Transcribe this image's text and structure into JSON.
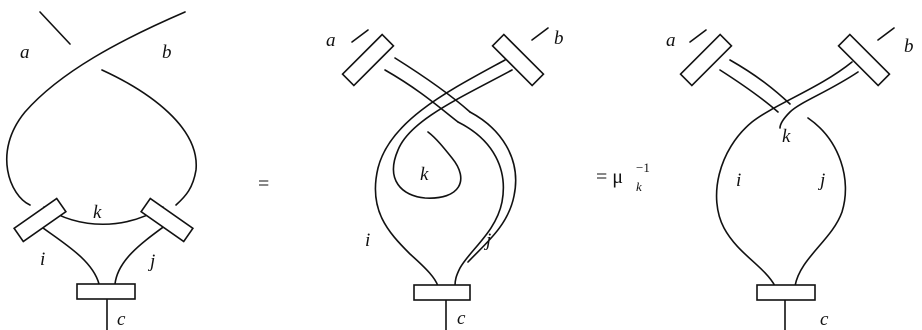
{
  "labels": {
    "a": "a",
    "b": "b",
    "c": "c",
    "i": "i",
    "j": "j",
    "k": "k"
  },
  "operators": {
    "equals": "=",
    "scalar": {
      "text": "= μ",
      "subscript": "k",
      "superscript": "−1"
    }
  }
}
